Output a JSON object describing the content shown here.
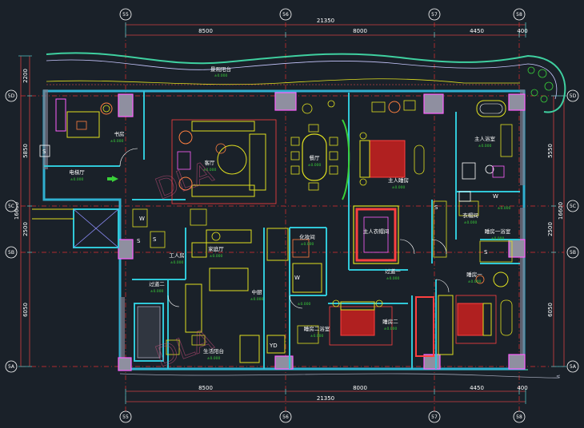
{
  "grid": {
    "col_bubbles": [
      "55",
      "56",
      "57",
      "58"
    ],
    "row_bubbles": [
      "5D",
      "5C",
      "5B",
      "5A"
    ]
  },
  "dims": {
    "top_total": "21350",
    "top_segments": [
      "8500",
      "8000",
      "4450",
      "400"
    ],
    "bottom_total": "21350",
    "bottom_segments": [
      "8500",
      "8000",
      "4450",
      "400"
    ],
    "left_segments": [
      "2200",
      "5850",
      "2500",
      "6050"
    ],
    "left_total": "16600",
    "right_segments": [
      "5550",
      "2500",
      "6050"
    ],
    "right_total": "16600"
  },
  "rooms": {
    "balcony_top": "景观阳台",
    "study": "书房",
    "living": "客厅",
    "dining": "餐厅",
    "master_bed": "主人睡房",
    "master_bath": "主人浴室",
    "master_closet": "主人衣帽间",
    "elevator_hall": "电梯厅",
    "family_room": "家庭厅",
    "cloak": "化妆间",
    "servant": "工人房",
    "corridor_two": "过道二",
    "corridor_one": "过道一",
    "kitchen": "中厨",
    "bed_one": "睡房一",
    "bed_two": "睡房二",
    "bath_two": "睡房二浴室",
    "bath_one": "睡房一浴室",
    "laundry_balcony": "生活阳台",
    "wardrobe": "衣帽间"
  },
  "level_tag": "±0.000",
  "fixture_labels": {
    "washer": "W",
    "yd": "YD",
    "s": "S"
  },
  "watermark": "DLA"
}
